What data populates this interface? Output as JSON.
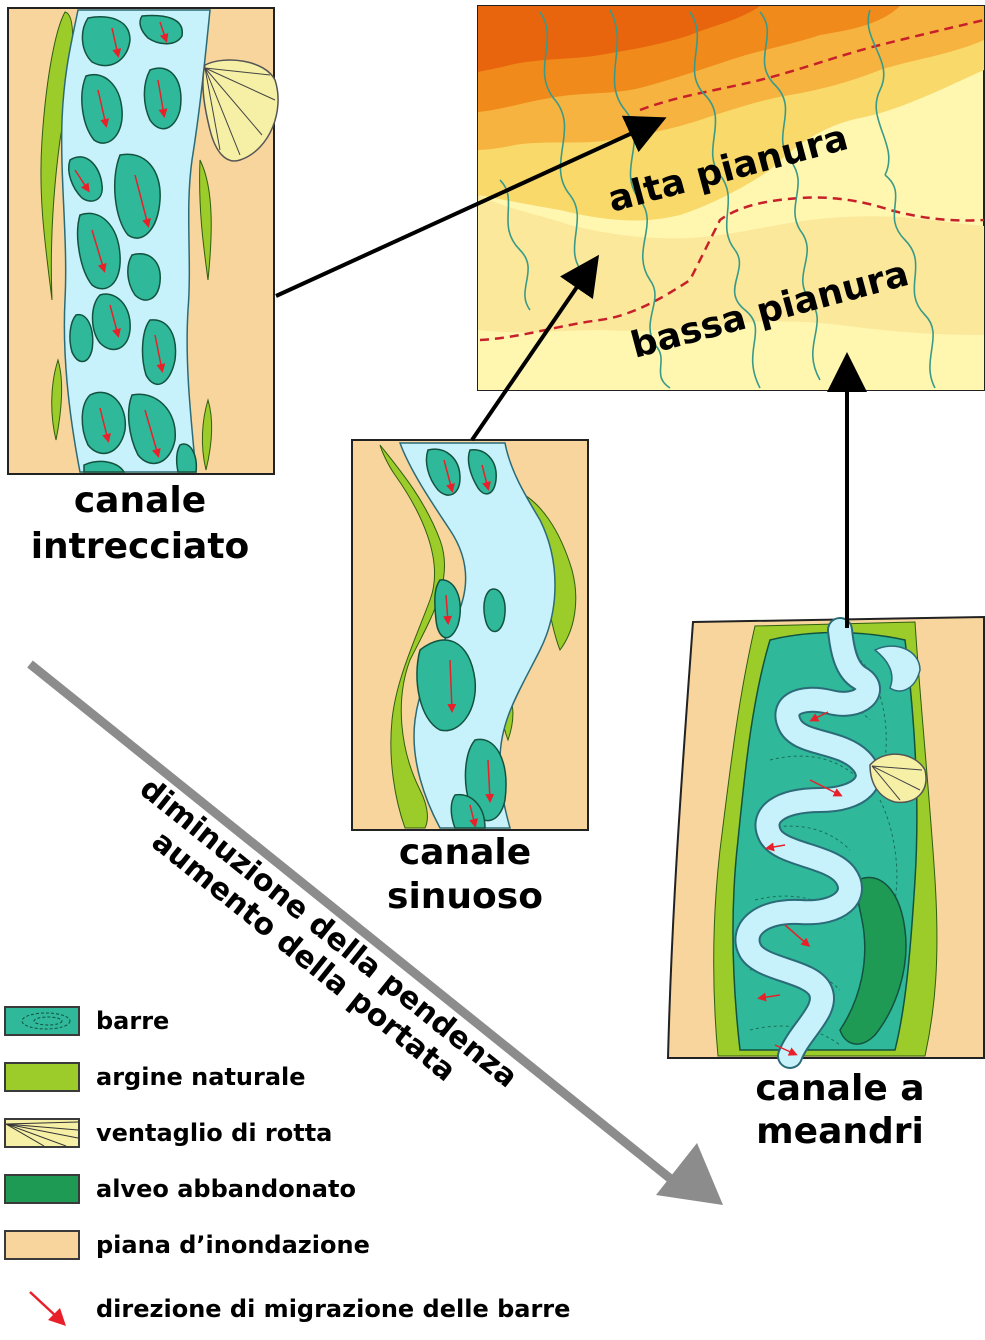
{
  "panels": {
    "map": {
      "upper_label": "alta pianura",
      "lower_label": "bassa pianura"
    },
    "braided": {
      "label_line1": "canale",
      "label_line2": "intrecciato"
    },
    "sinuous": {
      "label_line1": "canale",
      "label_line2": "sinuoso"
    },
    "meandering": {
      "label_line1": "canale a",
      "label_line2": "meandri"
    }
  },
  "gradient_arrow": {
    "line1": "diminuzione della pendenza",
    "line2": "aumento della portata"
  },
  "legend": [
    {
      "key": "barre",
      "label": "barre",
      "color": "#2fb89a"
    },
    {
      "key": "argine",
      "label": "argine naturale",
      "color": "#9ccc2a"
    },
    {
      "key": "ventaglio",
      "label": "ventaglio di rotta",
      "color": "#f6efa6"
    },
    {
      "key": "alveo",
      "label": "alveo abbandonato",
      "color": "#1e9a55"
    },
    {
      "key": "piana",
      "label": "piana d’inondazione",
      "color": "#f7d59c"
    },
    {
      "key": "direzione",
      "label": "direzione di migrazione delle barre",
      "color": "#e8202a"
    }
  ],
  "colors": {
    "floodplain": "#f7d59c",
    "water": "#c8f2fb",
    "bars": "#2fb89a",
    "levee": "#9ccc2a",
    "abandoned": "#1e9a55",
    "fan": "#f6efa6",
    "arrow_red": "#e8202a",
    "gradient_arrow": "#8c8c8c"
  }
}
